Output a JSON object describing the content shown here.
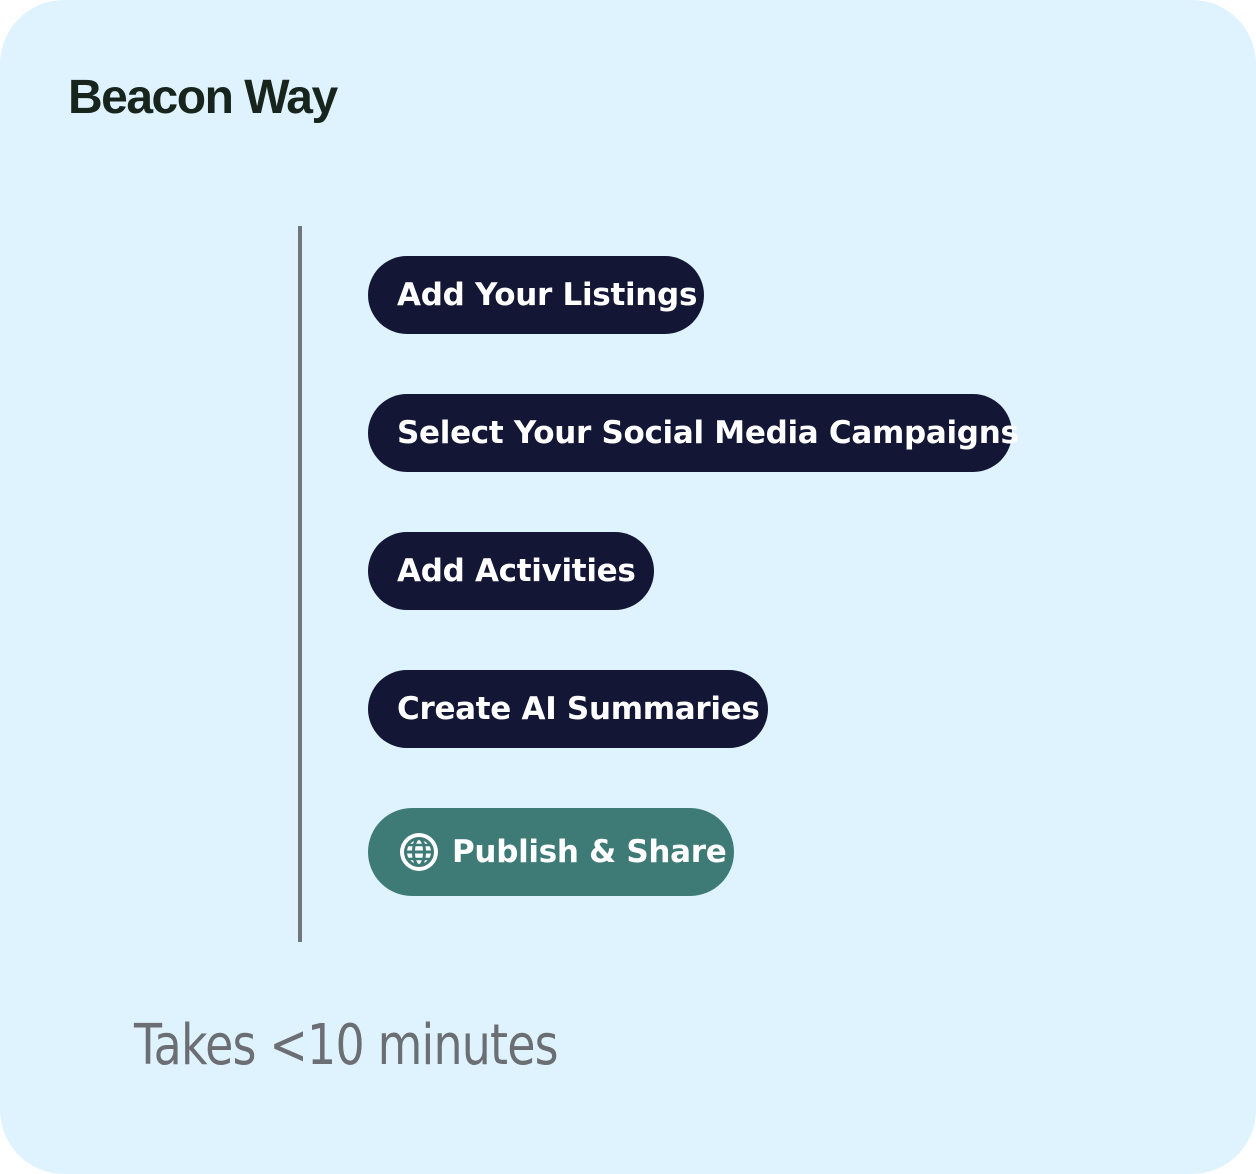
{
  "brand": {
    "name": "Beacon Way"
  },
  "steps": [
    {
      "label": "Add Your Listings"
    },
    {
      "label": "Select Your Social Media Campaigns"
    },
    {
      "label": "Add Activities"
    },
    {
      "label": "Create AI Summaries"
    }
  ],
  "publish": {
    "label": "Publish & Share",
    "icon": "globe-icon"
  },
  "footnote": {
    "text": "Takes <10 minutes"
  },
  "colors": {
    "background": "#dff3fe",
    "step_button": "#131635",
    "publish_button": "#3e7a76",
    "rail": "#70767a",
    "brand_text": "#17251d",
    "footnote_text": "#6b6e73"
  }
}
